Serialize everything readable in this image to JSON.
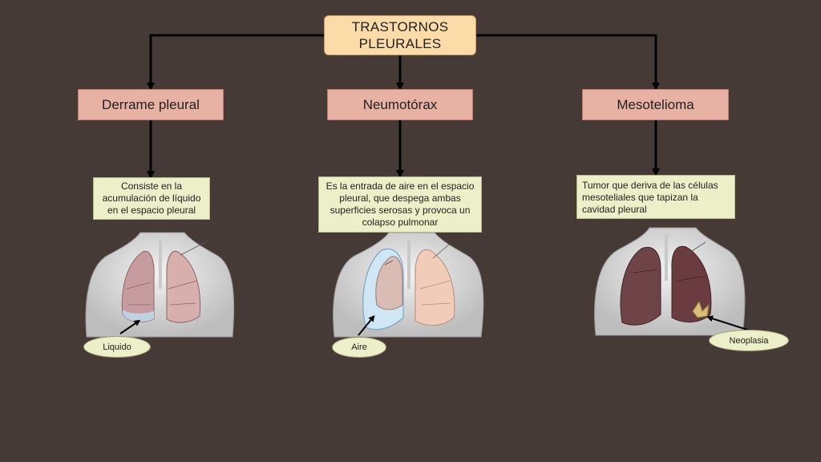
{
  "diagram": {
    "root": "TRASTORNOS\nPLEURALES",
    "categories": [
      {
        "name": "Derrame pleural",
        "description": "Consiste en la acumulación de líquido en el espacio pleural",
        "tag": "Liquido"
      },
      {
        "name": "Neumotórax",
        "description": "Es la entrada de aire en el espacio pleural, que despega ambas superficies serosas y provoca un colapso pulmonar",
        "tag": "Aire"
      },
      {
        "name": "Mesotelioma",
        "description": "Tumor que deriva de las células mesoteliales que tapizan la cavidad pleural",
        "tag": "Neoplasia"
      }
    ]
  },
  "colors": {
    "background": "#463a37",
    "root_fill": "#fbdba8",
    "category_fill": "#e7b1a3",
    "description_fill": "#ecefc8",
    "connector": "#000000"
  }
}
